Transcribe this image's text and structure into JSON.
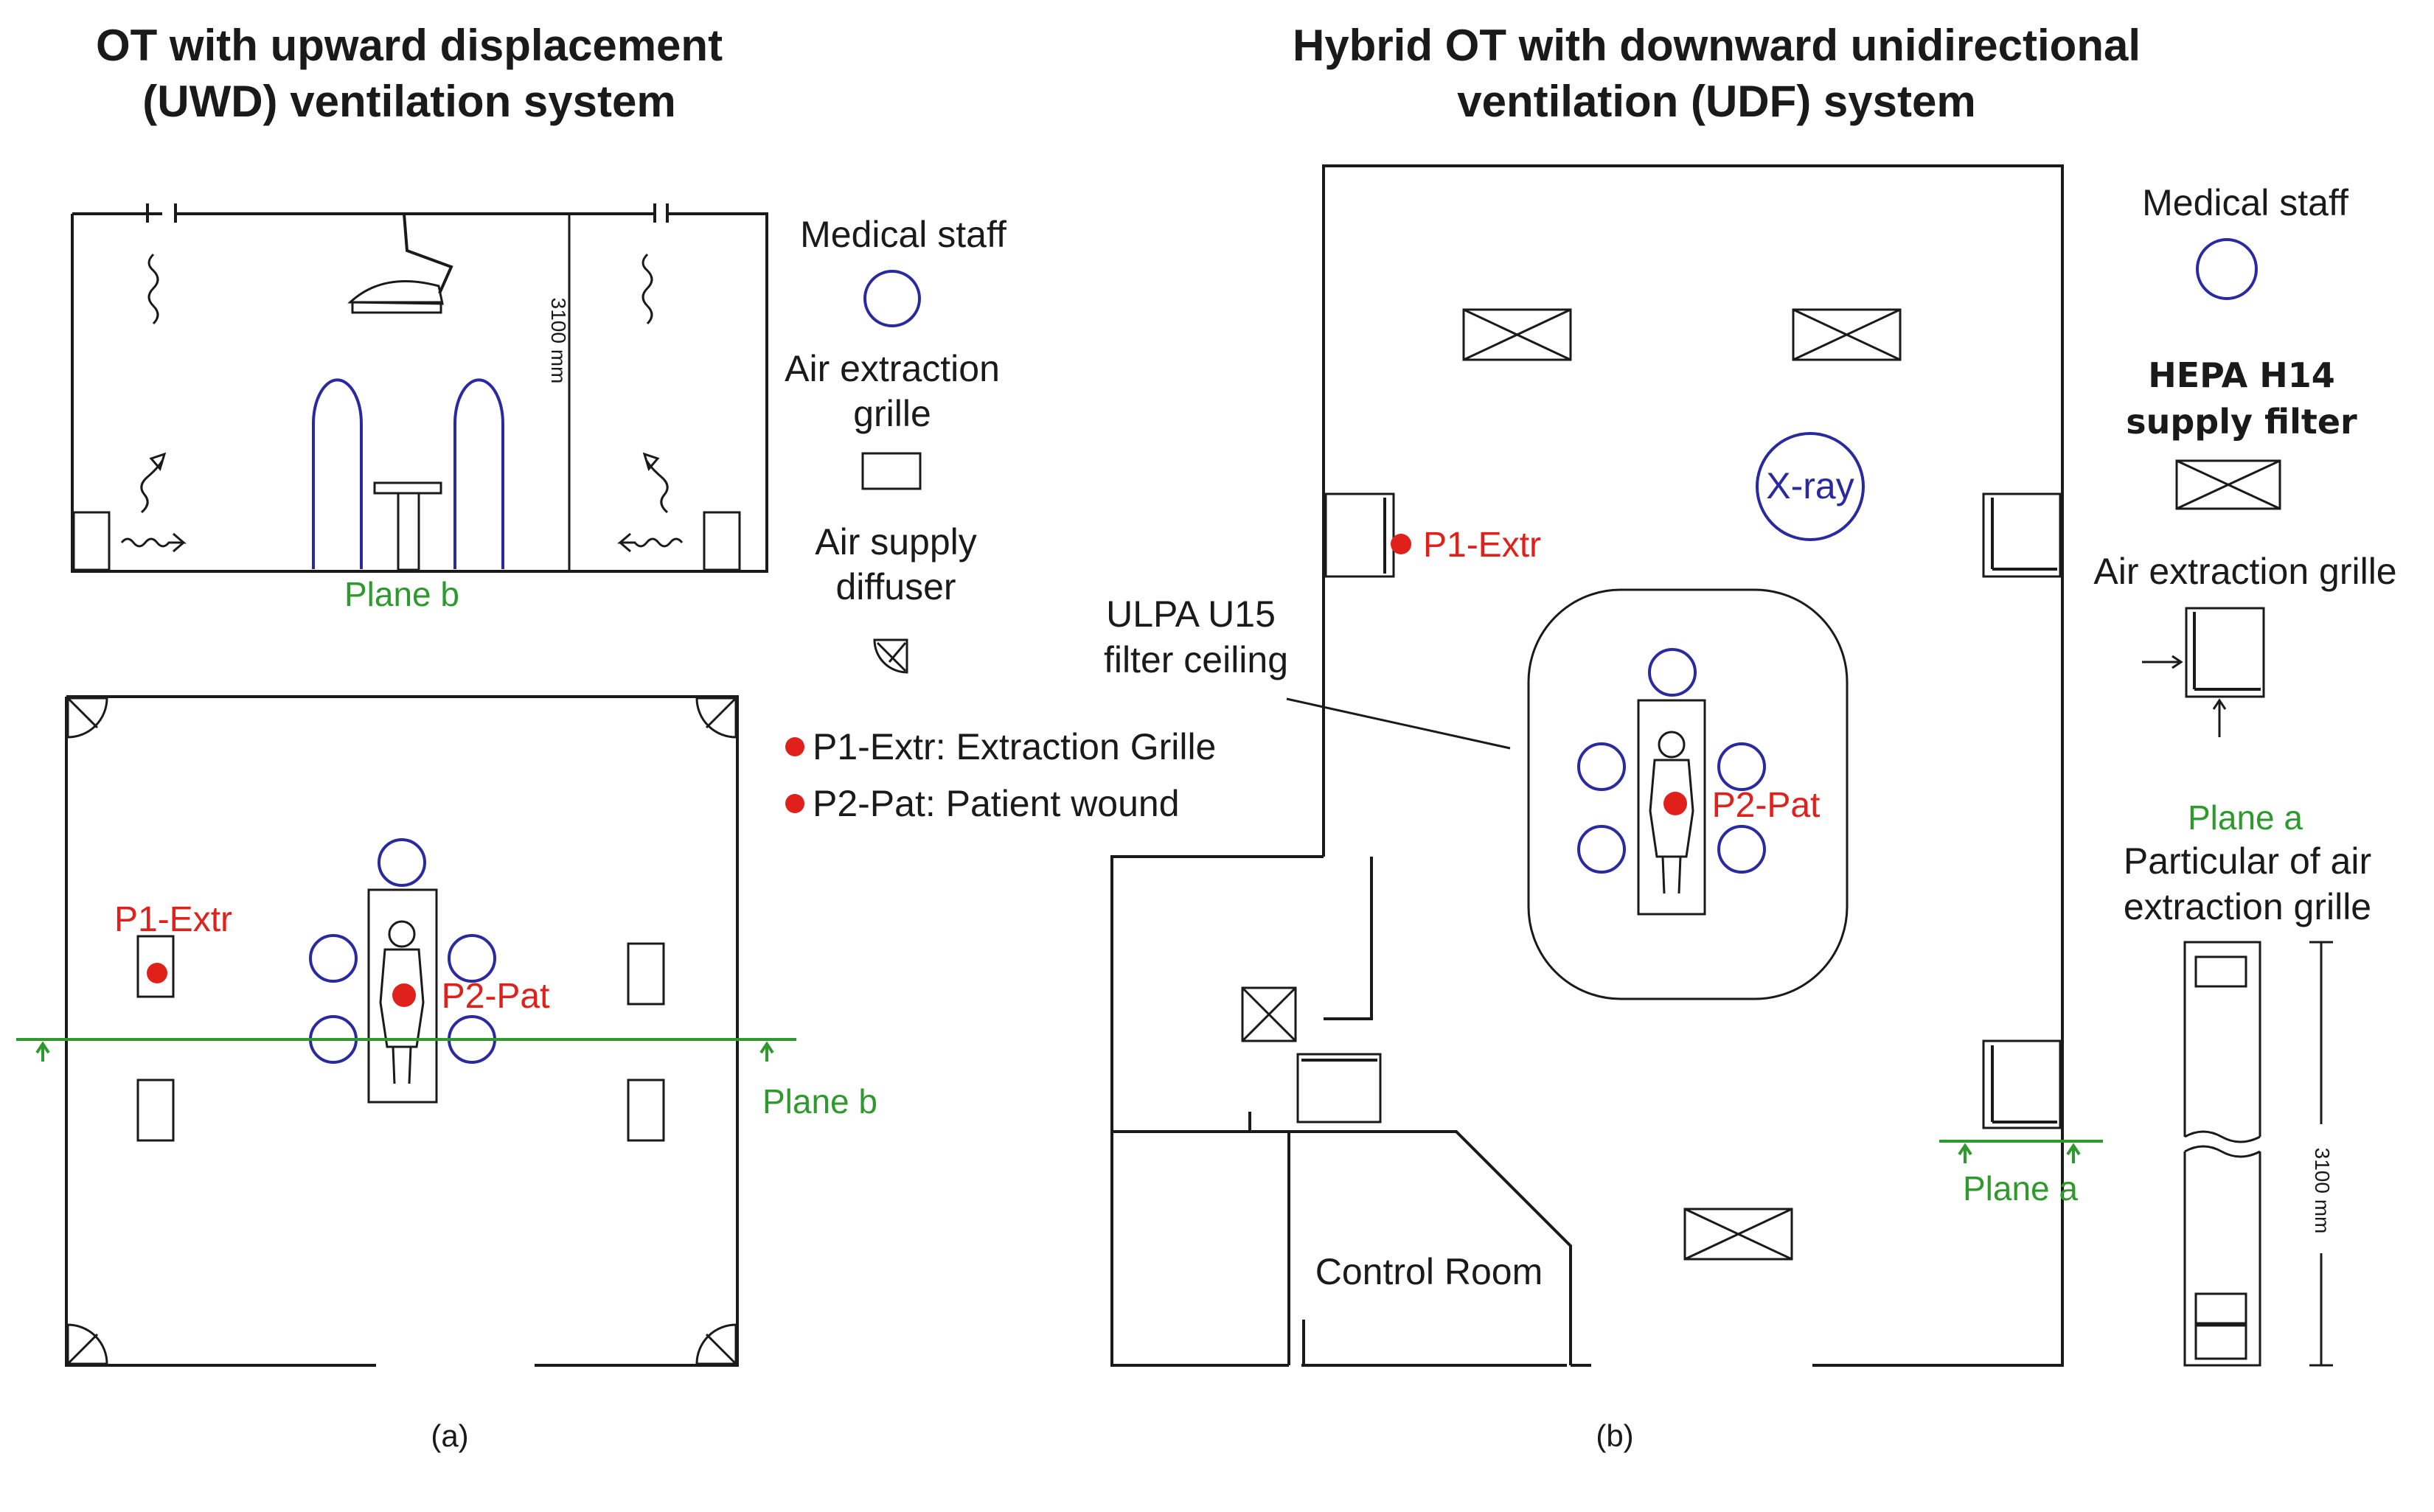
{
  "panel_a": {
    "title_line1": "OT with upward displacement",
    "title_line2": "(UWD) ventilation system",
    "section_label": "Plane b",
    "section_height": "3100 mm",
    "plan_p1_label": "P1-Extr",
    "plan_p2_label": "P2-Pat",
    "plan_plane_label": "Plane b",
    "caption": "(a)"
  },
  "legend_a": {
    "medical_staff": "Medical staff",
    "air_extraction_line1": "Air extraction",
    "air_extraction_line2": "grille",
    "air_supply_line1": "Air supply",
    "air_supply_line2": "diffuser",
    "p1_key": "P1-Extr: Extraction Grille",
    "p2_key": "P2-Pat: Patient wound"
  },
  "panel_b": {
    "title_line1": "Hybrid OT with downward unidirectional",
    "title_line2": "ventilation (UDF) system",
    "xray_label": "X-ray",
    "p1_label": "P1-Extr",
    "p2_label": "P2-Pat",
    "ulpa_line1": "ULPA U15",
    "ulpa_line2": "filter ceiling",
    "control_room": "Control Room",
    "plane_label": "Plane a",
    "caption": "(b)"
  },
  "legend_b": {
    "medical_staff": "Medical staff",
    "hepa_line1": "HEPA H14",
    "hepa_line2": "supply filter",
    "air_extraction": "Air extraction grille",
    "plane_a": "Plane a",
    "particular_line1": "Particular of air",
    "particular_line2": "extraction grille",
    "grille_height": "3100 mm"
  },
  "colors": {
    "staff": "#2a2aa0",
    "point": "#e0201b",
    "plane": "#2e9a2e",
    "line": "#1a1a1a"
  }
}
